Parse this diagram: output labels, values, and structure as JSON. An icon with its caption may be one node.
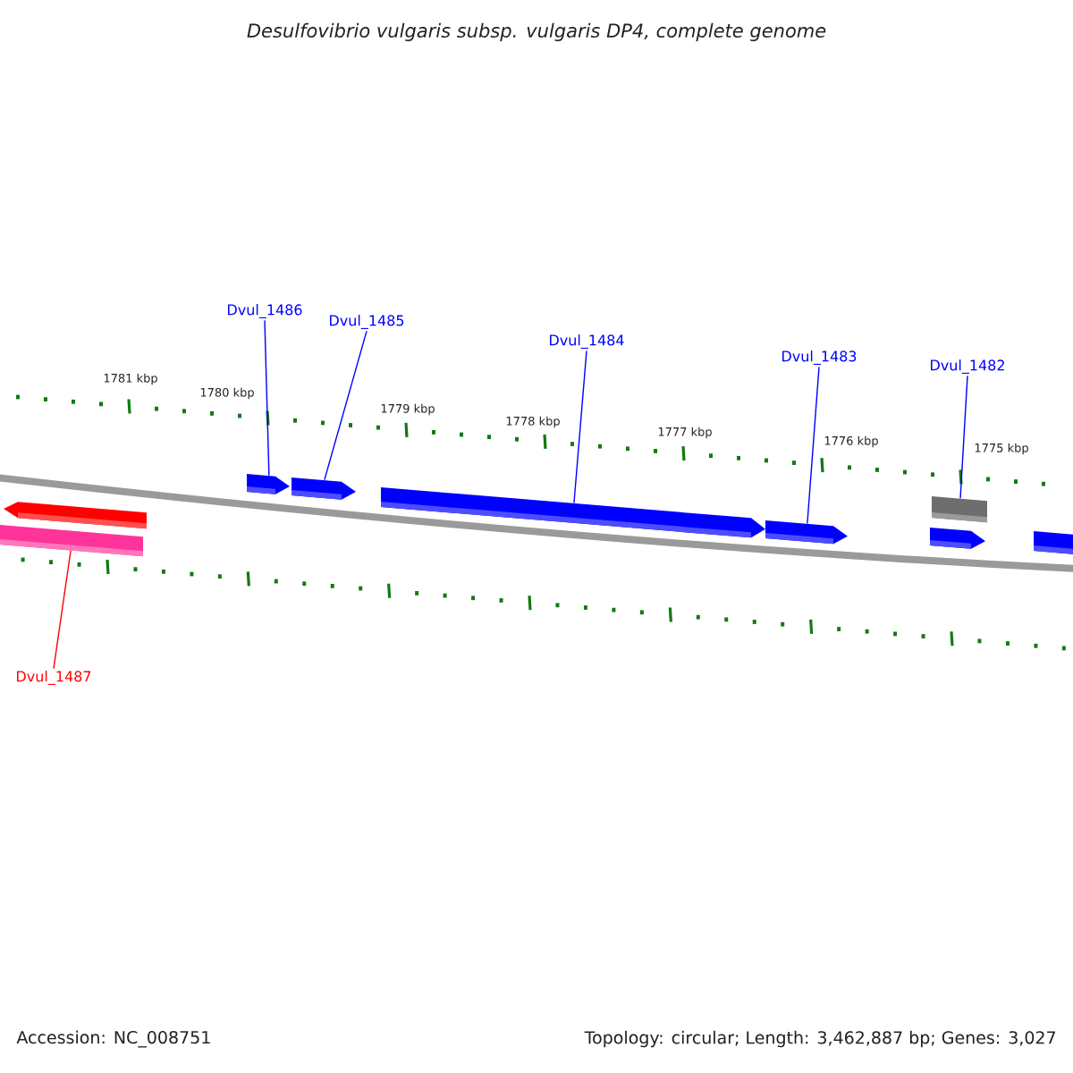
{
  "diagram": {
    "title": "Desulfovibrio vulgaris subsp. vulgaris DP4, complete genome",
    "nodes": [
      {
        "text": [
          "Dvul_1487"
        ]
      },
      {
        "text": [
          "Dvul_1486"
        ]
      },
      {
        "text": [
          "Dvul_1485"
        ]
      },
      {
        "text": [
          "Dvul_1484"
        ]
      },
      {
        "text": [
          "Dvul_1483"
        ]
      },
      {
        "text": [
          "Dvul_1482"
        ]
      },
      {
        "text": [],
        "shape": "arrow"
      },
      {
        "text": [],
        "shape": "bar"
      },
      {
        "text": [],
        "shape": "arrow"
      },
      {
        "text": [],
        "shape": "arrow"
      },
      {
        "text": [],
        "shape": "arrow"
      },
      {
        "text": [],
        "shape": "arrow"
      },
      {
        "text": [],
        "shape": "box"
      },
      {
        "text": [],
        "shape": "arrow"
      },
      {
        "text": [],
        "shape": "bar"
      }
    ],
    "edges": [
      {
        "from": 0,
        "to": 7,
        "arrow": "none",
        "color": "#ff0000"
      },
      {
        "from": 1,
        "to": 8,
        "arrow": "none"
      },
      {
        "from": 2,
        "to": 9,
        "arrow": "none"
      },
      {
        "from": 3,
        "to": 10,
        "arrow": "none"
      },
      {
        "from": 4,
        "to": 11,
        "arrow": "none"
      },
      {
        "from": 5,
        "to": 12,
        "arrow": "none"
      }
    ],
    "labels": [
      "1781 kbp",
      "1780 kbp",
      "1779 kbp",
      "1778 kbp",
      "1777 kbp",
      "1776 kbp",
      "1775 kbp",
      "Accession: NC_008751",
      "Topology: circular; Length: 3,462,887 bp; Genes: 3,027"
    ]
  }
}
